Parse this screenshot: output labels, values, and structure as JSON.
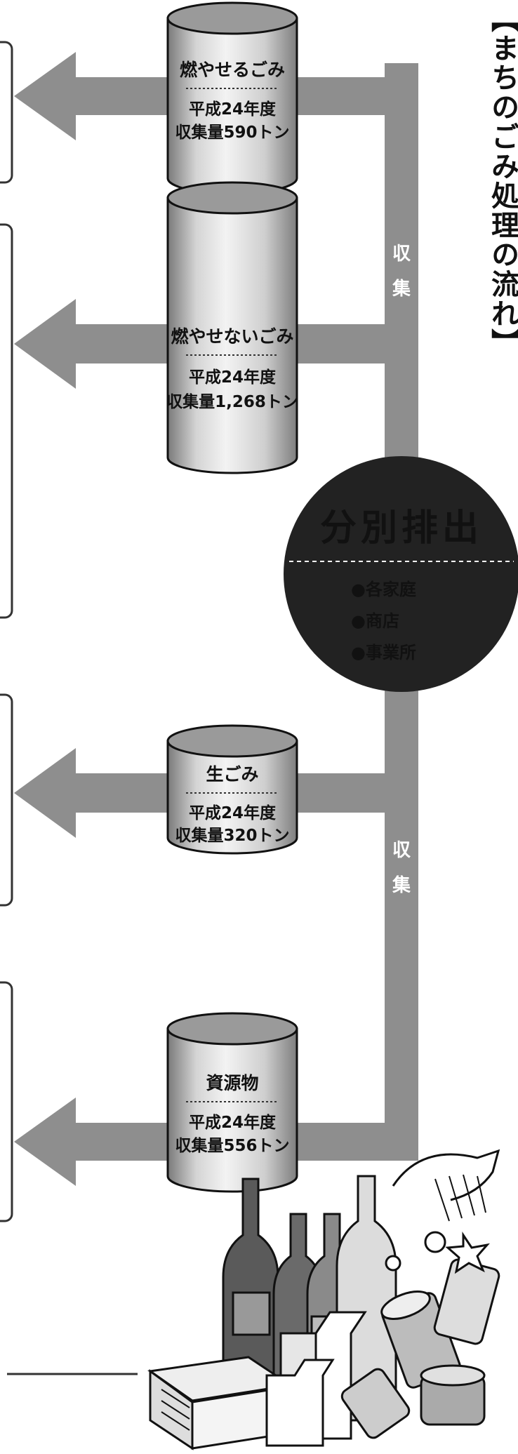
{
  "title": "【まちのごみ処理の流れ】",
  "source": {
    "name": "分別排出",
    "items": [
      "●各家庭",
      "●商店",
      "●事業所"
    ]
  },
  "collect_label": [
    "収",
    "集"
  ],
  "bins": [
    {
      "name": "燃やせるごみ",
      "year": "平成24年度",
      "amount": "収集量590トン"
    },
    {
      "name": "燃やせないごみ",
      "year": "平成24年度",
      "amount": "収集量1,268トン"
    },
    {
      "name": "生ごみ",
      "year": "平成24年度",
      "amount": "収集量320トン"
    },
    {
      "name": "資源物",
      "year": "平成24年度",
      "amount": "収集量556トン"
    }
  ],
  "icons": [
    "bottles-icon",
    "cans-icon",
    "milk-carton-icon",
    "newspaper-icon",
    "fish-bone-icon"
  ]
}
